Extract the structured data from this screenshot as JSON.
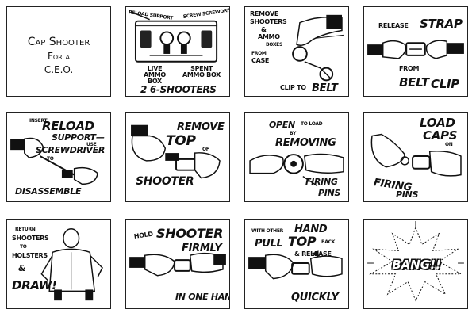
{
  "title_panel": {
    "line1": "Cap Shooter",
    "line2": "For a",
    "line3": "C.E.O."
  },
  "panel2": {
    "side_left": "Reload Support",
    "side_right": "Screw Screwdriver",
    "live_ammo": "LIVE AMMO BOX",
    "spent_ammo": "SPENT AMMO BOX",
    "bottom": "2 6-Shooters"
  },
  "panel3": {
    "remove": "REMOVE",
    "shooters": "SHOOTERS",
    "amp": "&",
    "ammo": "AMMO",
    "boxes": "BOXES",
    "from": "FROM",
    "case": "CASE",
    "clip_to": "CLIP TO",
    "belt": "BELT"
  },
  "panel4": {
    "release": "RELEASE",
    "strap": "STRAP",
    "from": "FROM",
    "belt": "BELT",
    "clip": "CLIP"
  },
  "panel5": {
    "insert": "INSERT",
    "reload": "RELOAD",
    "support": "SUPPORT",
    "dash": "—",
    "use": "use",
    "screwdriver": "SCREWDRIVER",
    "to": "TO",
    "disassemble": "DISASSEMBLE"
  },
  "panel6": {
    "remove": "REMOVE",
    "top": "TOP",
    "of": "of",
    "shooter": "SHOOTER"
  },
  "panel7": {
    "open": "OPEN",
    "to_load": "to LOAD",
    "by": "by",
    "removing": "REMOVING",
    "firing": "FIRING",
    "pins": "PINS"
  },
  "panel8": {
    "load": "LOAD",
    "caps": "CAPS",
    "on": "on",
    "firing": "FIRING",
    "pins": "PINS"
  },
  "panel9": {
    "return": "RETURN",
    "shooters": "SHOOTERS",
    "to": "to",
    "holsters": "HOLSTERS",
    "amp": "&",
    "draw": "DRAW!"
  },
  "panel10": {
    "hold": "HOLD",
    "shooter": "SHOOTER",
    "firmly": "FIRMLY",
    "in_one_hand": "IN ONE HAND"
  },
  "panel11": {
    "with_other": "with OTHER",
    "hand": "HAND",
    "pull": "PULL",
    "top": "TOP",
    "back": "BACK",
    "release": "& RELEASE",
    "quickly": "QUICKLY"
  },
  "panel12": {
    "bang": "BANG!!"
  }
}
